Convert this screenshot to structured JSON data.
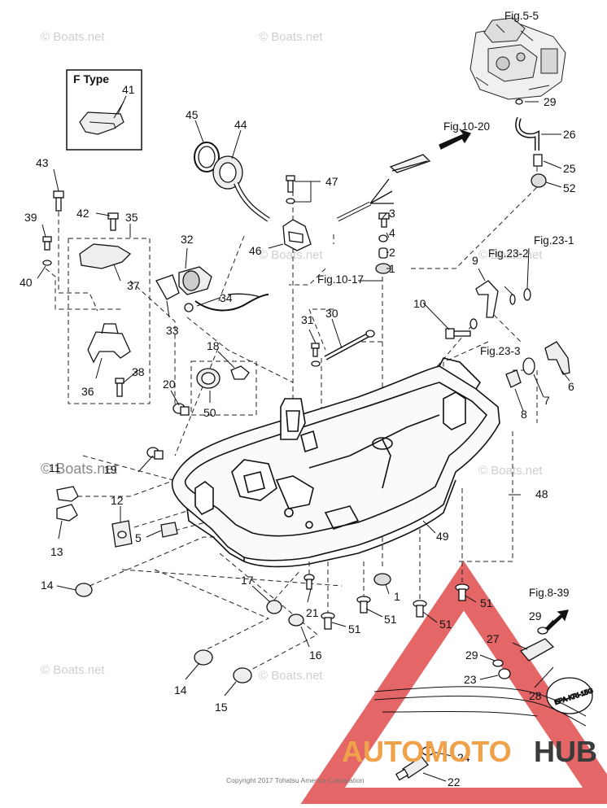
{
  "diagram": {
    "ftype_box_label": "F Type",
    "copyright": "Copyright 2017 Tohatsu America Corporation",
    "watermark": "© Boats.net",
    "watermark_large": "© Boats.net",
    "brand_logo": {
      "part1": "AUTOMOTO",
      "part2": "HUB",
      "colors": {
        "orange": "#f0a24a",
        "dark": "#3b3b3b",
        "red": "#e14b4b"
      }
    },
    "tag_text": "EPA-KRI-15G",
    "figure_refs": {
      "f5_5": "Fig.5-5",
      "f10_20": "Fig.10-20",
      "f23_1": "Fig.23-1",
      "f23_2": "Fig.23-2",
      "f23_3": "Fig.23-3",
      "f10_17": "Fig.10-17",
      "f8_39": "Fig.8-39"
    },
    "callouts": {
      "c1a": "1",
      "c1b": "1",
      "c2": "2",
      "c3": "3",
      "c4": "4",
      "c5": "5",
      "c6": "6",
      "c7": "7",
      "c8": "8",
      "c9": "9",
      "c10": "10",
      "c11": "11",
      "c12": "12",
      "c13": "13",
      "c14a": "14",
      "c14b": "14",
      "c15": "15",
      "c16": "16",
      "c17": "17",
      "c18": "18",
      "c20": "20",
      "c21": "21",
      "c22": "22",
      "c23": "23",
      "c24": "24",
      "c25": "25",
      "c26": "26",
      "c27": "27",
      "c28": "28",
      "c29a": "29",
      "c29b": "29",
      "c29c": "29",
      "c30": "30",
      "c31": "31",
      "c32": "32",
      "c33": "33",
      "c34": "34",
      "c35": "35",
      "c36": "36",
      "c37": "37",
      "c38": "38",
      "c39": "39",
      "c40": "40",
      "c41": "41",
      "c42": "42",
      "c43": "43",
      "c44": "44",
      "c45": "45",
      "c46": "46",
      "c47": "47",
      "c48": "48",
      "c49": "49",
      "c50": "50",
      "c51a": "51",
      "c51b": "51",
      "c51c": "51",
      "c51d": "51",
      "c52": "52"
    }
  }
}
